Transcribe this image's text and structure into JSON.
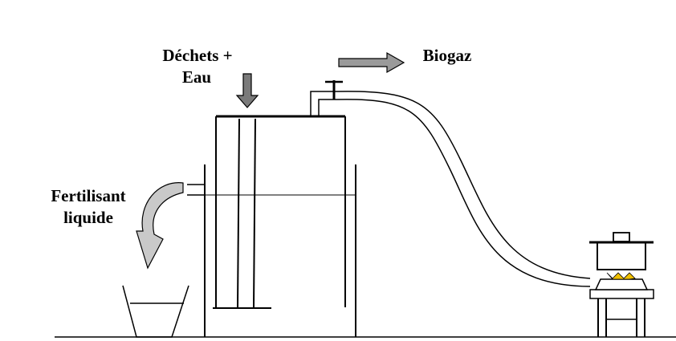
{
  "labels": {
    "waste_line1": "Déchets +",
    "waste_line2": "Eau",
    "biogas": "Biogaz",
    "fertilizer_line1": "Fertilisant",
    "fertilizer_line2": "liquide"
  },
  "colors": {
    "line": "#000000",
    "arrow_dark": "#7a7a7a",
    "arrow_light": "#bdbdbd",
    "flame": "#f0c000",
    "background": "#ffffff"
  },
  "icons": {
    "cooking_pot": "cooking-pot-icon",
    "flame": "flame-icon",
    "bucket": "bucket-icon"
  }
}
